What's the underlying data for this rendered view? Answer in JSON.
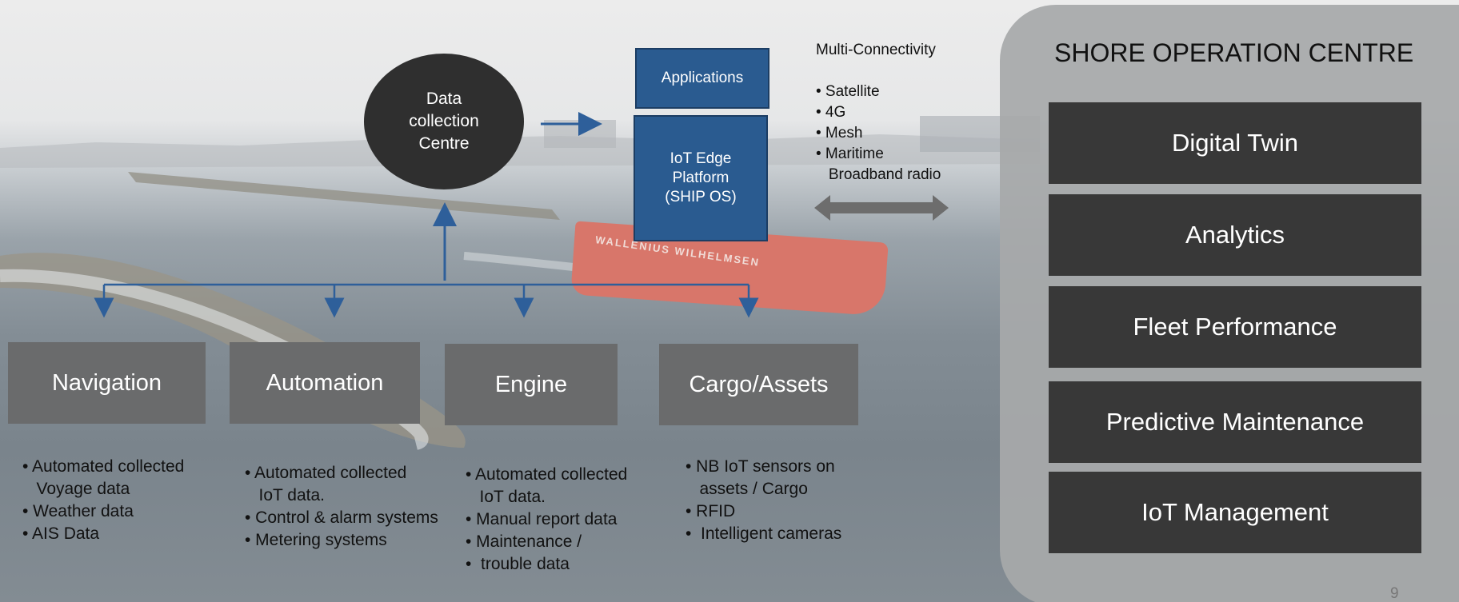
{
  "data_collection": {
    "line1": "Data",
    "line2": "collection",
    "line3": "Centre"
  },
  "applications": "Applications",
  "edge_platform": {
    "line1": "IoT Edge",
    "line2": "Platform",
    "line3": "(SHIP OS)"
  },
  "connectivity": {
    "title": "Multi-Connectivity",
    "items": [
      "• Satellite",
      "• 4G",
      "• Mesh",
      "• Maritime",
      "   Broadband radio"
    ]
  },
  "ship_text": "WALLENIUS  WILHELMSEN",
  "systems": [
    {
      "label": "Navigation",
      "bullets": [
        "• Automated collected",
        "   Voyage data",
        "• Weather data",
        "• AIS Data"
      ]
    },
    {
      "label": "Automation",
      "bullets": [
        "• Automated collected",
        "   IoT data.",
        "• Control & alarm systems",
        "• Metering systems"
      ]
    },
    {
      "label": "Engine",
      "bullets": [
        "• Automated collected",
        "   IoT data.",
        "• Manual report data",
        "• Maintenance /",
        "•  trouble data"
      ]
    },
    {
      "label": "Cargo/Assets",
      "bullets": [
        "• NB IoT sensors on",
        "   assets / Cargo",
        "• RFID",
        "•  Intelligent cameras"
      ]
    }
  ],
  "shore": {
    "title": "SHORE OPERATION CENTRE",
    "items": [
      "Digital Twin",
      "Analytics",
      "Fleet Performance",
      "Predictive Maintenance",
      "IoT Management"
    ]
  },
  "page_number": "9",
  "colors": {
    "blue": "#2a5b90",
    "arrow_blue": "#2e5f9a",
    "dark_box": "#383838",
    "grey_box": "#6a6b6c",
    "shore_panel": "#a7a9aa"
  }
}
